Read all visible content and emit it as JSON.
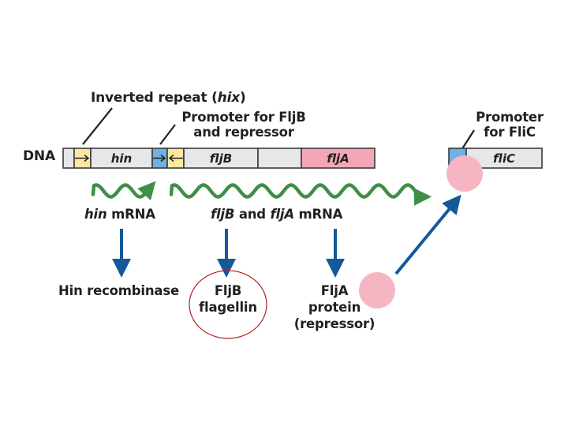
{
  "diagram": {
    "labels": {
      "dna": "DNA",
      "inverted_repeat_prefix": "Inverted repeat (",
      "inverted_repeat_italic": "hix",
      "inverted_repeat_suffix": ")",
      "promoter_fljb_line1": "Promoter for FljB",
      "promoter_fljb_line2": "and repressor",
      "promoter_flic_line1": "Promoter",
      "promoter_flic_line2": "for FliC",
      "hin_mrna_italic": "hin",
      "hin_mrna_suffix": " mRNA",
      "fljb_flja_mrna_italic1": "fljB",
      "fljb_flja_mrna_and": " and ",
      "fljb_flja_mrna_italic2": "fljA",
      "fljb_flja_mrna_suffix": " mRNA",
      "hin_recombinase": "Hin recombinase",
      "fljb_flagellin_line1": "FljB",
      "fljb_flagellin_line2": "flagellin",
      "flja_protein_line1": "FljA",
      "flja_protein_line2": "protein",
      "flja_protein_line3": "(repressor)"
    },
    "dna_segments": [
      {
        "name": "spacer",
        "label": "",
        "type": "spacer"
      },
      {
        "name": "hix-left",
        "label": "",
        "type": "inverted-repeat",
        "arrow": "right"
      },
      {
        "name": "hin-gene",
        "label": "hin",
        "type": "gene"
      },
      {
        "name": "fljb-promoter",
        "label": "",
        "type": "promoter",
        "arrow": "right"
      },
      {
        "name": "hix-right",
        "label": "",
        "type": "inverted-repeat",
        "arrow": "left"
      },
      {
        "name": "fljb-gene",
        "label": "fljB",
        "type": "gene"
      },
      {
        "name": "intergenic",
        "label": "",
        "type": "spacer"
      },
      {
        "name": "flja-gene",
        "label": "fljA",
        "type": "repressor-gene"
      }
    ],
    "flic_segments": [
      {
        "name": "flic-promoter",
        "label": "",
        "type": "promoter"
      },
      {
        "name": "flic-gene",
        "label": "fliC",
        "type": "gene"
      }
    ],
    "colors": {
      "gene_fill": "#e6e7e8",
      "outline": "#3a3a3a",
      "inverted_repeat": "#fbe9a0",
      "promoter": "#6fb1e0",
      "repressor_gene": "#f4a6b7",
      "repressor_protein": "#f6b5c2",
      "mrna": "#3f8f46",
      "arrow": "#15599a",
      "highlight_ellipse": "#b22222"
    }
  }
}
